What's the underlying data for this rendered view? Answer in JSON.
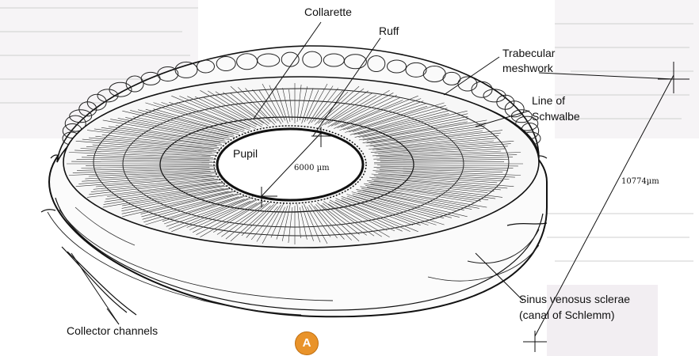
{
  "labels": {
    "collarette": "Collarette",
    "ruff": "Ruff",
    "trabecular_line1": "Trabecular",
    "trabecular_line2": "meshwork",
    "schwalbe_line1": "Line of",
    "schwalbe_line2": "Schwalbe",
    "pupil": "Pupil",
    "pupil_dimension": "6000 µm",
    "outer_dimension": "10774µm",
    "collector_channels": "Collector channels",
    "sinus_line1": "Sinus venosus sclerae",
    "sinus_line2": "(canal of Schlemm)",
    "panel_letter": "A"
  },
  "colors": {
    "badge": "#e9932a",
    "ink": "#111111",
    "page_text_ghost": "#c9c9c9",
    "panel_tint": "#f1eef2"
  }
}
